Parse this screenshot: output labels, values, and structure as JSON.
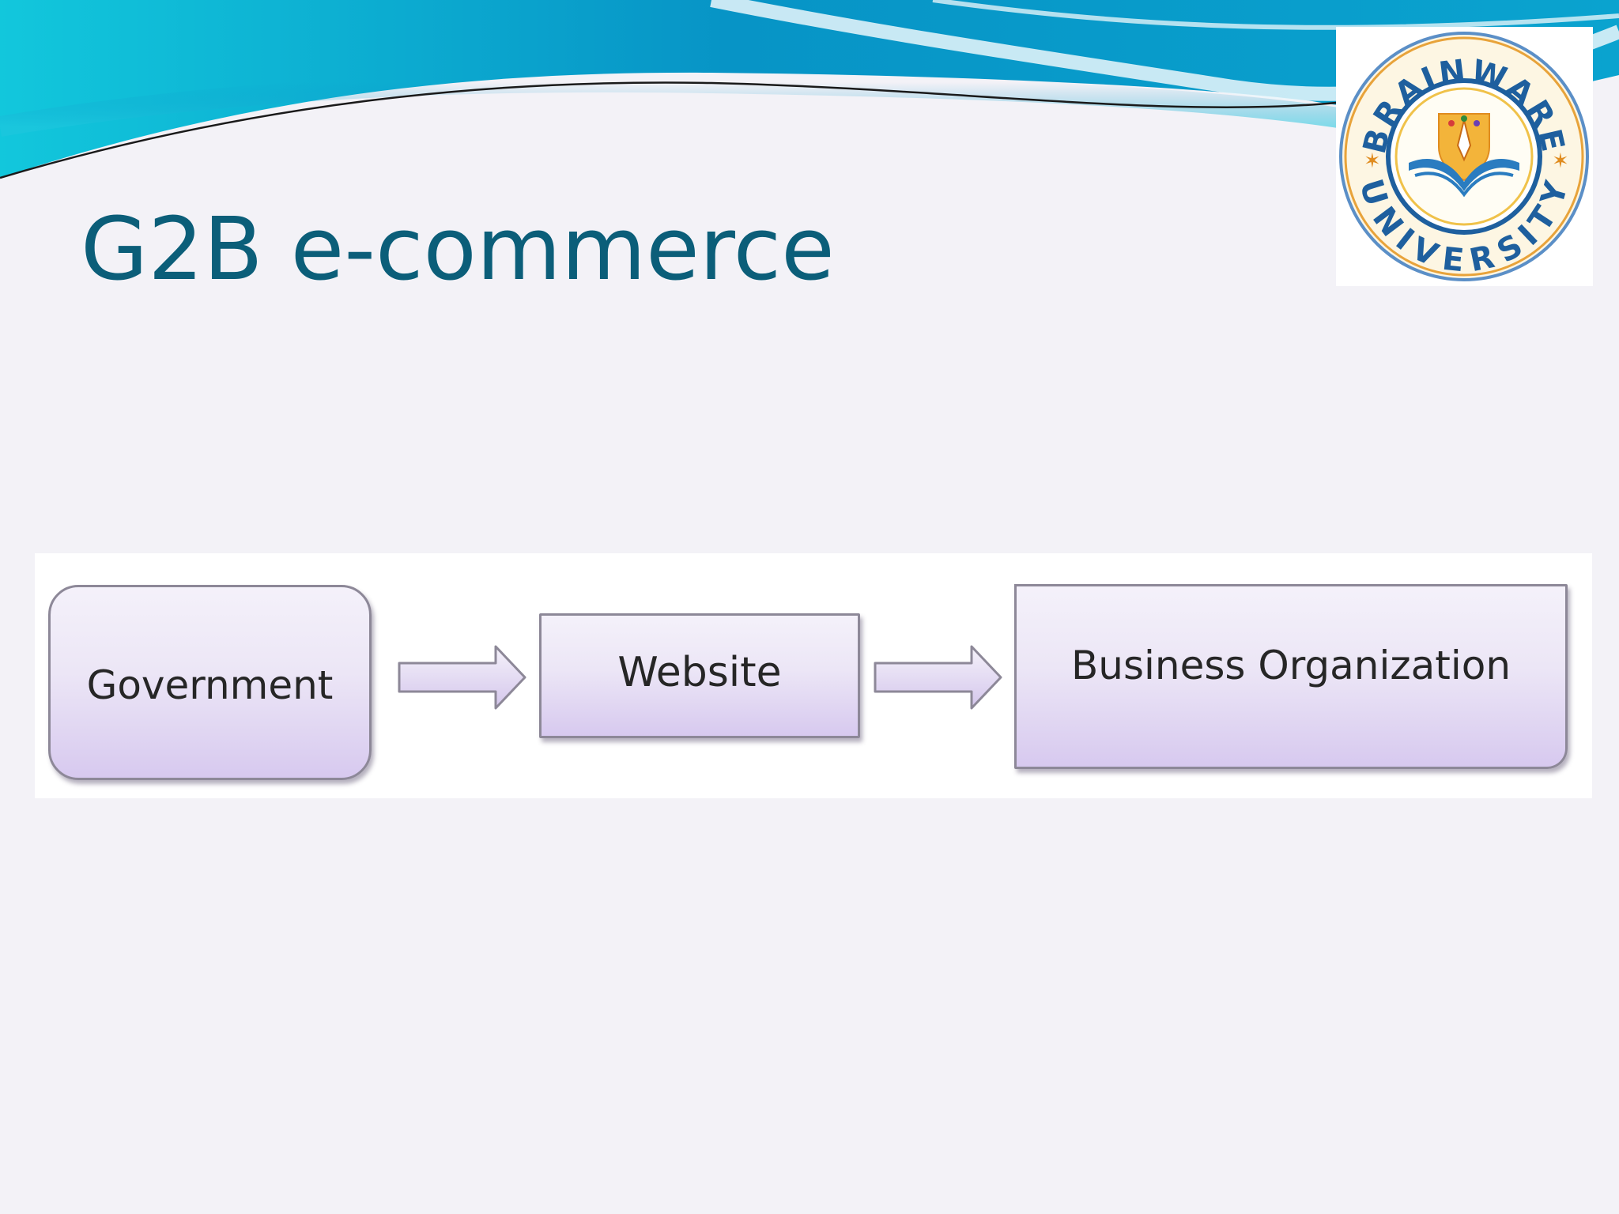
{
  "slide": {
    "title": "G2B e-commerce",
    "title_color": "#0b5e79",
    "background": "#f3f2f7"
  },
  "logo": {
    "icon": "brainware-university-seal",
    "text_top": "BRAINWARE",
    "text_bottom": "UNIVERSITY",
    "ring_color": "#1e5f9e"
  },
  "diagram": {
    "nodes": [
      {
        "id": "government",
        "label": "Government"
      },
      {
        "id": "website",
        "label": "Website"
      },
      {
        "id": "business",
        "label": "Business Organization"
      }
    ],
    "edges": [
      {
        "from": "government",
        "to": "website",
        "icon": "arrow-right-icon"
      },
      {
        "from": "website",
        "to": "business",
        "icon": "arrow-right-icon"
      }
    ],
    "node_fill": "#e2d8f3",
    "node_border": "#8d8898"
  }
}
